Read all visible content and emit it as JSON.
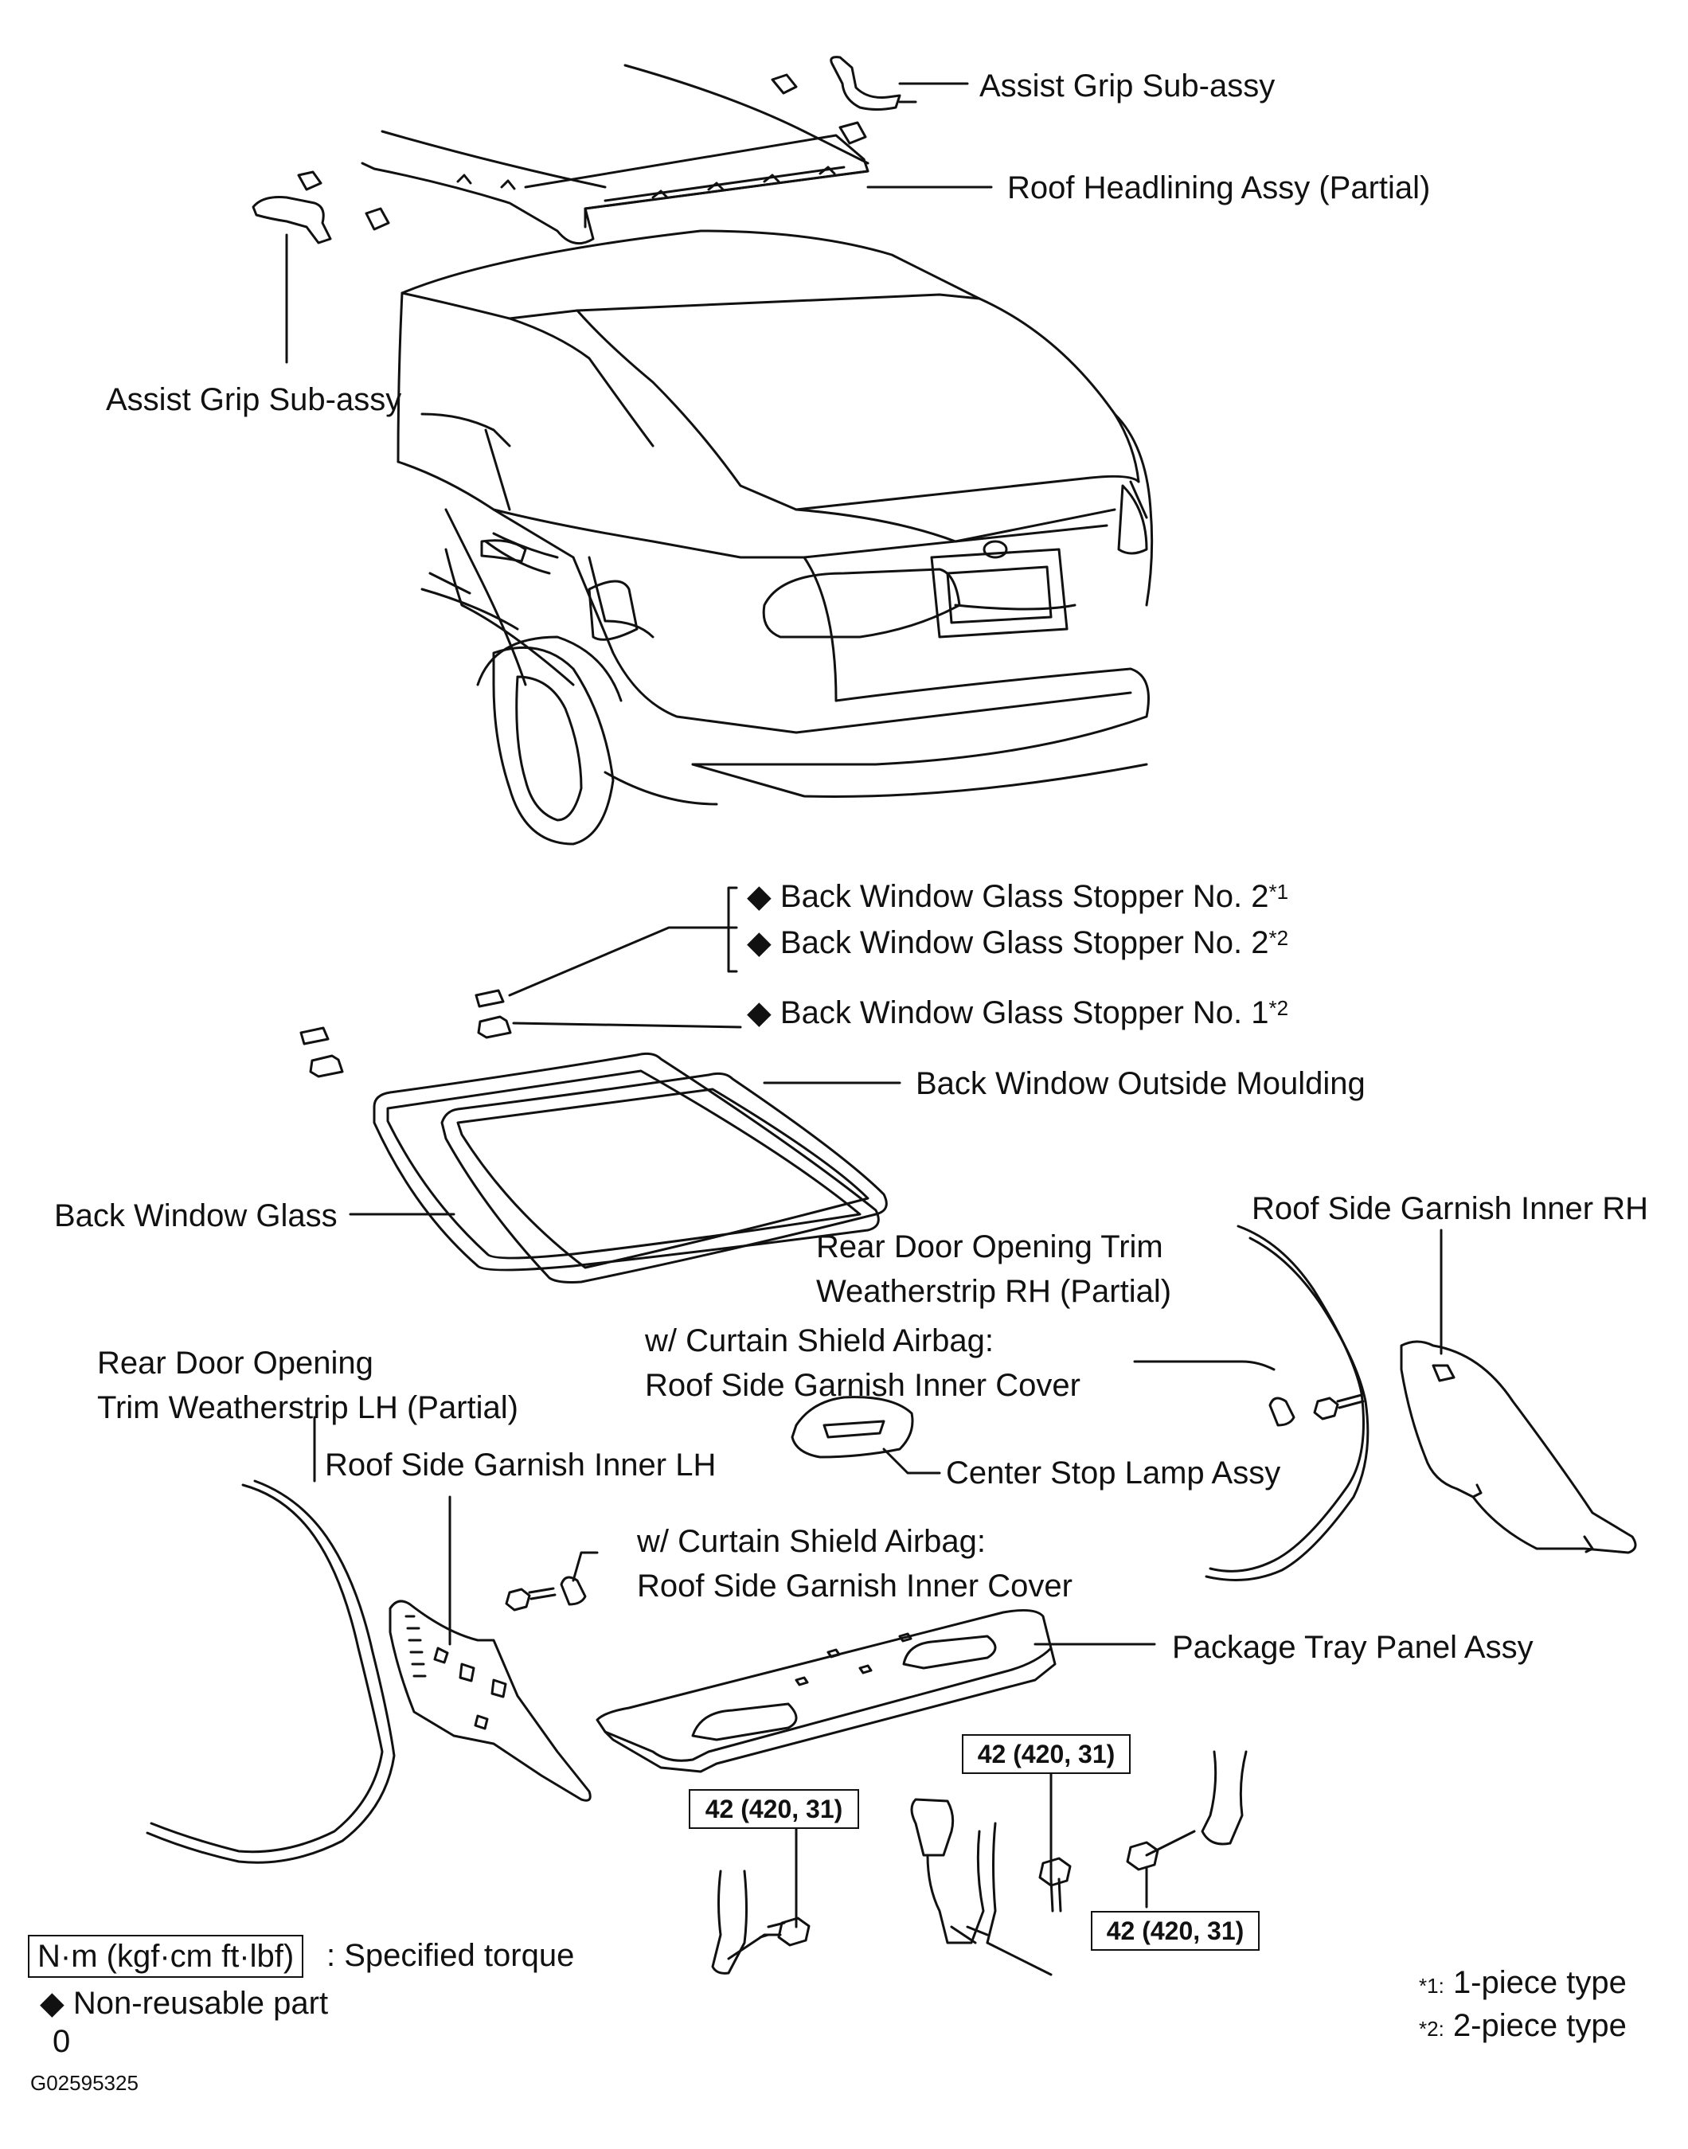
{
  "labels": {
    "assist_grip_right": "Assist Grip Sub-assy",
    "roof_headlining": "Roof Headlining Assy (Partial)",
    "assist_grip_left": "Assist Grip Sub-assy",
    "stopper_no2_a": "Back Window Glass Stopper No. 2",
    "stopper_no2_a_note": "*1",
    "stopper_no2_b": "Back Window Glass Stopper No. 2",
    "stopper_no2_b_note": "*2",
    "stopper_no1": "Back Window Glass Stopper No. 1",
    "stopper_no1_note": "*2",
    "outside_moulding": "Back Window Outside Moulding",
    "back_window_glass": "Back Window Glass",
    "roof_side_rh": "Roof Side Garnish Inner RH",
    "weatherstrip_rh_line1": "Rear Door Opening Trim",
    "weatherstrip_rh_line2": "Weatherstrip RH (Partial)",
    "cover_rh_line1": "w/ Curtain Shield Airbag:",
    "cover_rh_line2": "Roof Side Garnish Inner Cover",
    "weatherstrip_lh_line1": "Rear Door Opening",
    "weatherstrip_lh_line2": "Trim Weatherstrip LH (Partial)",
    "center_stop_lamp": "Center Stop Lamp Assy",
    "roof_side_lh": "Roof Side Garnish Inner LH",
    "cover_lh_line1": "w/ Curtain Shield Airbag:",
    "cover_lh_line2": "Roof Side Garnish Inner Cover",
    "package_tray": "Package Tray Panel Assy"
  },
  "torques": {
    "t1": "42 (420, 31)",
    "t2": "42 (420, 31)",
    "t3": "42 (420, 31)"
  },
  "legend": {
    "unit_box": "N·m (kgf·cm ft·lbf)",
    "unit_desc": ": Specified torque",
    "non_reusable_symbol": "◆",
    "non_reusable": "Non-reusable part",
    "zero": "0",
    "note1_mark": "*1:",
    "note1": "1-piece type",
    "note2_mark": "*2:",
    "note2": "2-piece type"
  },
  "figure_id": "G02595325",
  "symbols": {
    "diamond": "◆"
  }
}
